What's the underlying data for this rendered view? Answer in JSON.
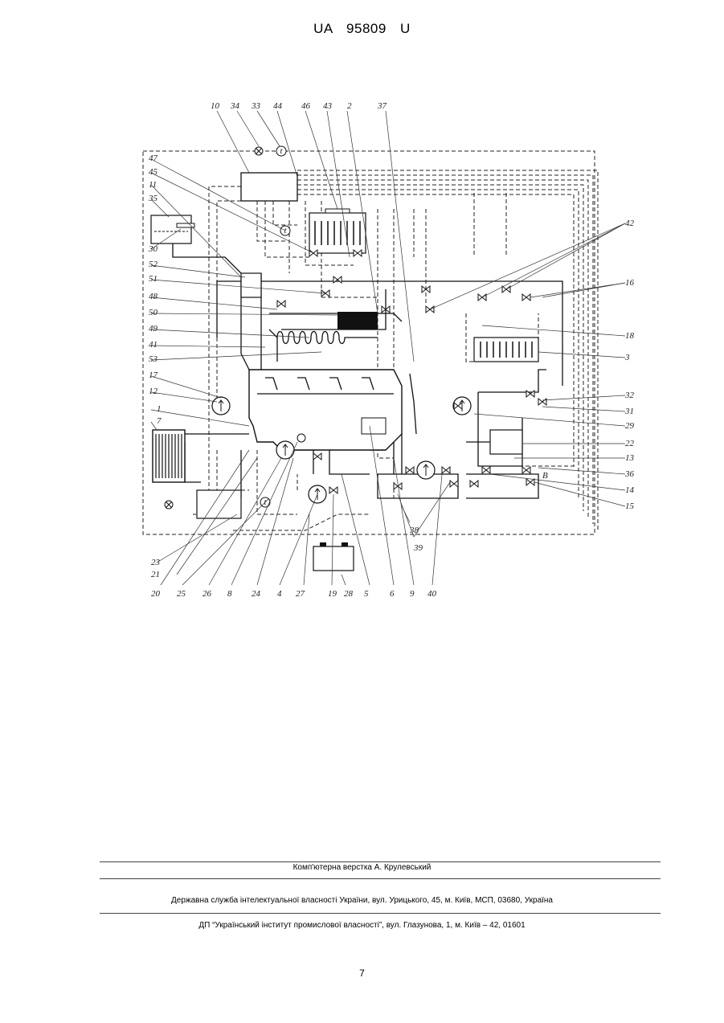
{
  "header": {
    "patent_number": "UA  95809  U"
  },
  "figure": {
    "labels": {
      "top": [
        "10",
        "34",
        "33",
        "44",
        "46",
        "43",
        "2",
        "37"
      ],
      "left": [
        "47",
        "45",
        "11",
        "35",
        "30",
        "52",
        "51",
        "48",
        "50",
        "49",
        "41",
        "53",
        "17",
        "12",
        "1",
        "7"
      ],
      "right": [
        "42",
        "16",
        "18",
        "3",
        "32",
        "31",
        "29",
        "22",
        "13",
        "36",
        "14",
        "15"
      ],
      "bottom": [
        "38",
        "39",
        "23",
        "21",
        "20",
        "25",
        "26",
        "8",
        "24",
        "4",
        "27",
        "19",
        "28",
        "5",
        "6",
        "9",
        "40"
      ],
      "inline": [
        "t",
        "t",
        "t",
        "t",
        "B"
      ]
    },
    "icons": [
      "valve-icon",
      "pump-icon",
      "gauge-icon",
      "heat-exchanger-icon",
      "tank-icon",
      "radiator-icon",
      "battery-icon",
      "lamp-icon"
    ]
  },
  "footer": {
    "layout_credit": "Комп'ютерна верстка А. Крулевський",
    "office": "Державна служба інтелектуальної власності України, вул. Урицького, 45, м. Київ, МСП, 03680, Україна",
    "institute": "ДП “Український інститут промислової власності”, вул. Глазунова, 1, м. Київ – 42, 01601"
  },
  "page_number": "7"
}
